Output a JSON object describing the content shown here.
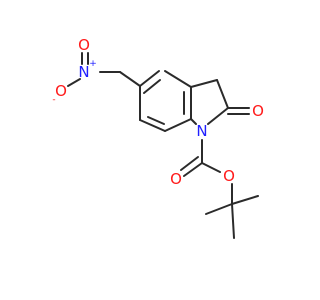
{
  "molecule": {
    "atoms": {
      "nitro_n": {
        "symbol": "N",
        "charge": "+",
        "color": "#2020ff"
      },
      "nitro_o_upper": {
        "symbol": "O",
        "charge": "",
        "color": "#ff1a1a"
      },
      "nitro_o_lower": {
        "symbol": "O",
        "charge": "-",
        "color": "#ff1a1a"
      },
      "ring_n": {
        "symbol": "N",
        "charge": "",
        "color": "#2020ff"
      },
      "lactam_o": {
        "symbol": "O",
        "charge": "",
        "color": "#ff1a1a"
      },
      "carbamate_o_double": {
        "symbol": "O",
        "charge": "",
        "color": "#ff1a1a"
      },
      "carbamate_o_single": {
        "symbol": "O",
        "charge": "",
        "color": "#ff1a1a"
      }
    },
    "bond_color": "#2b2b2b"
  }
}
